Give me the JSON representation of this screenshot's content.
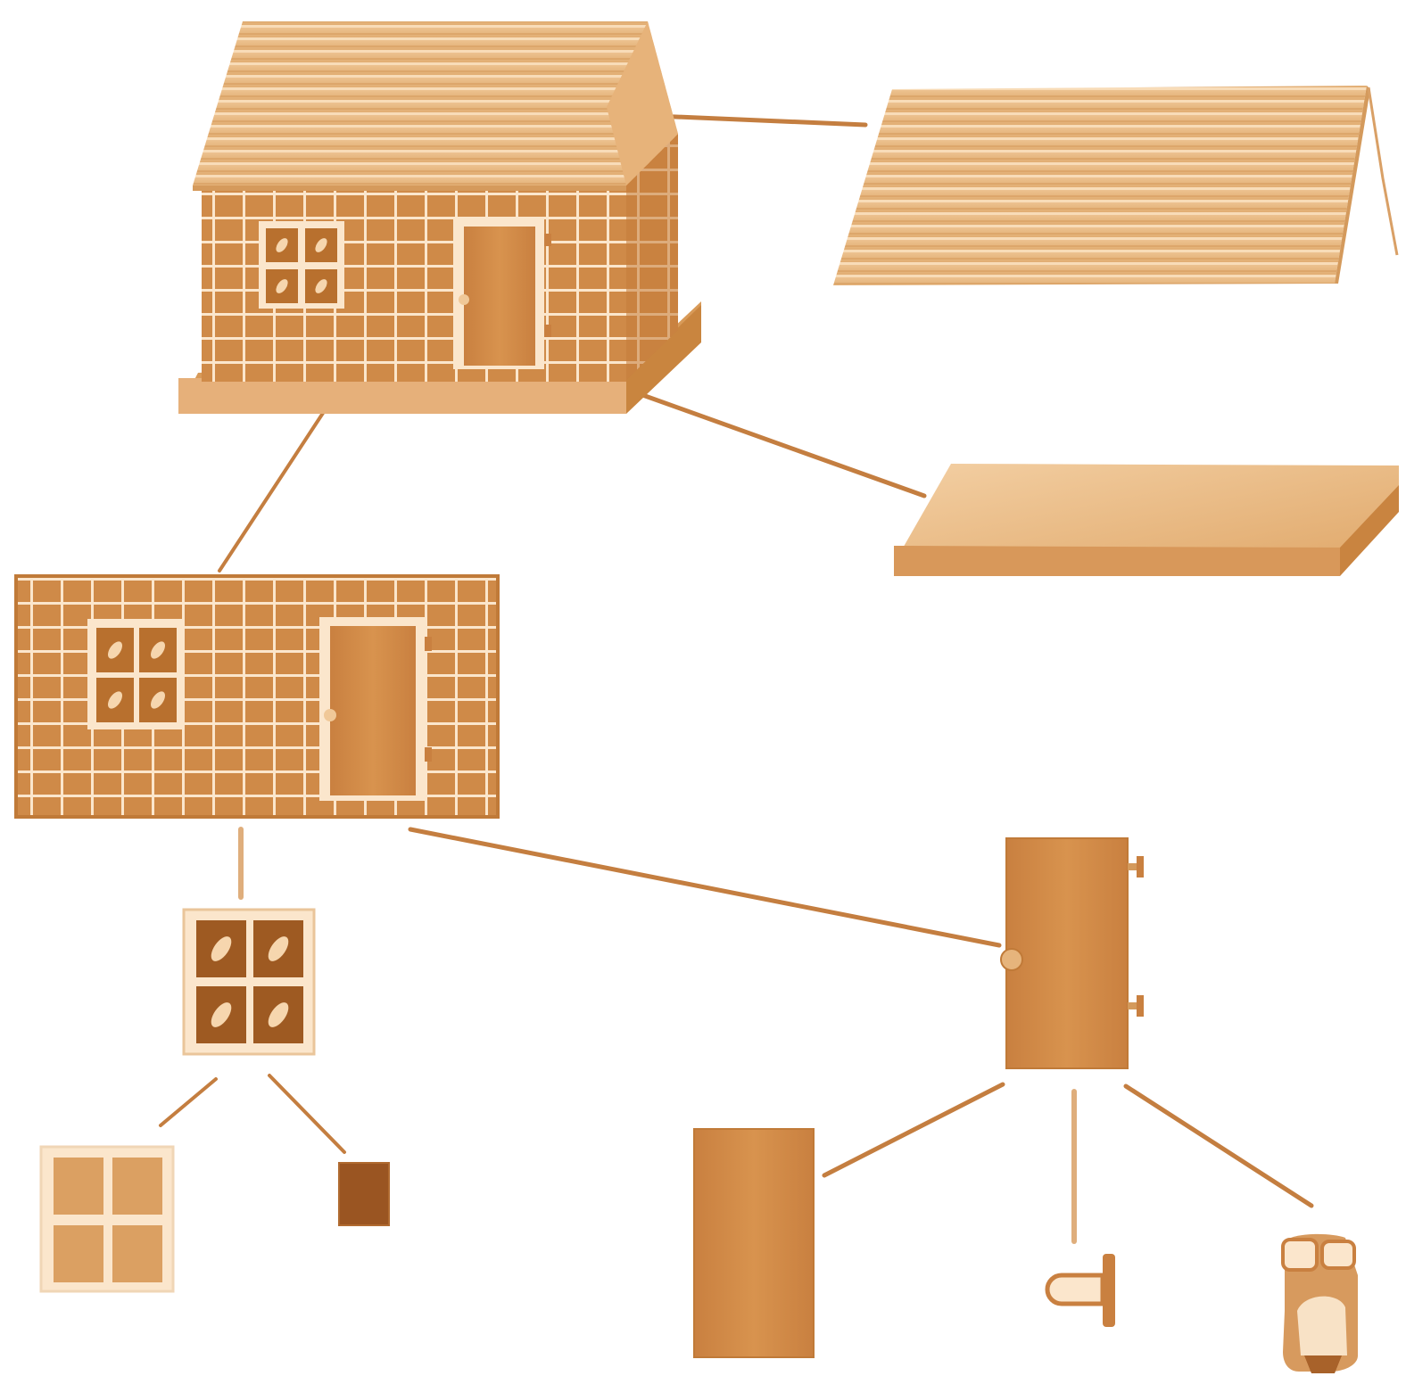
{
  "diagram": {
    "kind": "part-whole decomposition",
    "labels_visible": false,
    "colors": {
      "primary": "#d8a062",
      "light": "#f0c898",
      "medium": "#c98a4c",
      "dark": "#a8622a",
      "deep": "#8a4a1c",
      "connector": "#c47e40",
      "highlight": "#fbe6cc"
    },
    "nodes": [
      {
        "id": "house",
        "parent": null,
        "icon": "house-icon"
      },
      {
        "id": "roof",
        "parent": "house",
        "icon": "roof-icon"
      },
      {
        "id": "floor",
        "parent": "house",
        "icon": "floor-slab-icon"
      },
      {
        "id": "wall",
        "parent": "house",
        "icon": "brick-wall-icon"
      },
      {
        "id": "window",
        "parent": "wall",
        "icon": "window-icon"
      },
      {
        "id": "door",
        "parent": "wall",
        "icon": "door-icon"
      },
      {
        "id": "window-frame",
        "parent": "window",
        "icon": "window-frame-icon"
      },
      {
        "id": "window-pane",
        "parent": "window",
        "icon": "glass-pane-icon"
      },
      {
        "id": "door-panel",
        "parent": "door",
        "icon": "door-panel-icon"
      },
      {
        "id": "door-hinge",
        "parent": "door",
        "icon": "hinge-icon"
      },
      {
        "id": "door-knob",
        "parent": "door",
        "icon": "doorknob-icon"
      }
    ]
  }
}
